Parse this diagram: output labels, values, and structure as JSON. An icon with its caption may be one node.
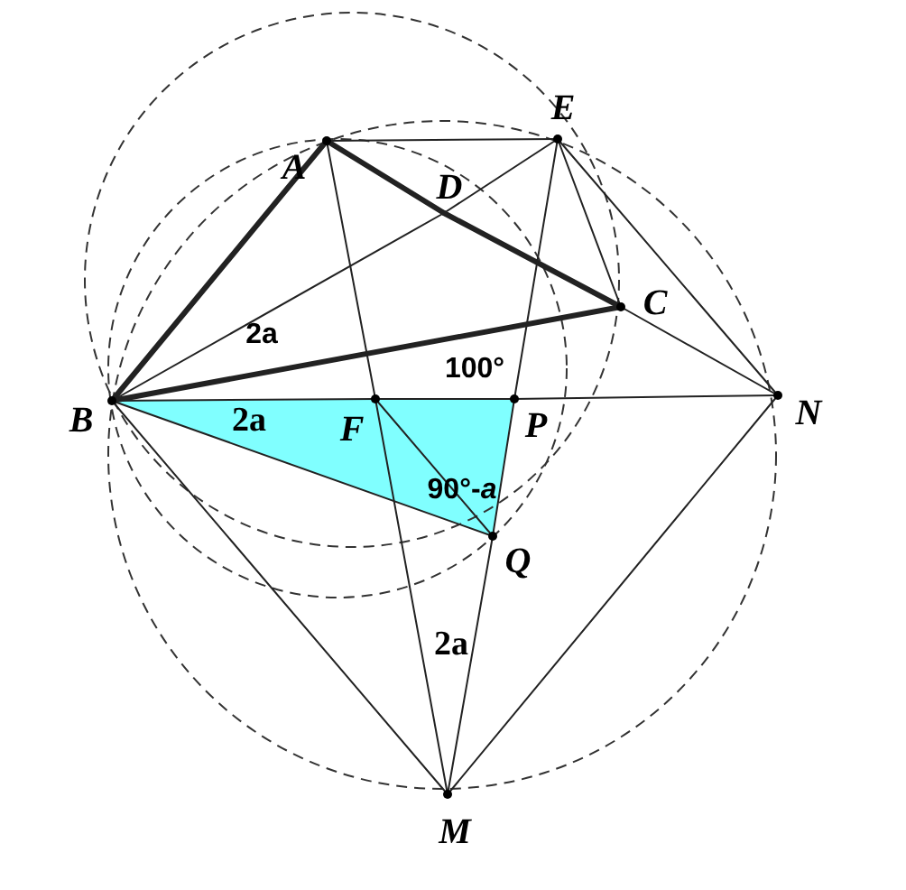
{
  "diagram": {
    "nodes": [
      {
        "text": [
          "A"
        ]
      },
      {
        "text": [
          "E"
        ]
      },
      {
        "text": [
          "D"
        ]
      },
      {
        "text": [
          "C"
        ]
      },
      {
        "text": [
          "B"
        ]
      },
      {
        "text": [
          "F"
        ]
      },
      {
        "text": [
          "P"
        ]
      },
      {
        "text": [
          "N"
        ]
      },
      {
        "text": [
          "Q"
        ]
      },
      {
        "text": [
          "M"
        ]
      }
    ],
    "edges": [
      {
        "from": 0,
        "to": 4,
        "arrow": "none",
        "style": "thick"
      },
      {
        "from": 0,
        "to": 2,
        "arrow": "none",
        "style": "thick"
      },
      {
        "from": 2,
        "to": 3,
        "arrow": "none",
        "style": "thick"
      },
      {
        "from": 4,
        "to": 3,
        "arrow": "none",
        "style": "thick"
      },
      {
        "from": 0,
        "to": 1,
        "arrow": "none"
      },
      {
        "from": 0,
        "to": 5,
        "arrow": "none"
      },
      {
        "from": 5,
        "to": 9,
        "arrow": "none"
      },
      {
        "from": 1,
        "to": 6,
        "arrow": "none"
      },
      {
        "from": 6,
        "to": 8,
        "arrow": "none"
      },
      {
        "from": 8,
        "to": 9,
        "arrow": "none"
      },
      {
        "from": 4,
        "to": 2,
        "arrow": "none"
      },
      {
        "from": 2,
        "to": 1,
        "arrow": "none"
      },
      {
        "from": 1,
        "to": 3,
        "arrow": "none"
      },
      {
        "from": 3,
        "to": 7,
        "arrow": "none"
      },
      {
        "from": 1,
        "to": 7,
        "arrow": "none"
      },
      {
        "from": 4,
        "to": 5,
        "arrow": "none"
      },
      {
        "from": 5,
        "to": 6,
        "arrow": "none"
      },
      {
        "from": 6,
        "to": 7,
        "arrow": "none"
      },
      {
        "from": 4,
        "to": 8,
        "arrow": "none"
      },
      {
        "from": 5,
        "to": 8,
        "arrow": "none"
      },
      {
        "from": 4,
        "to": 9,
        "arrow": "none"
      },
      {
        "from": 9,
        "to": 7,
        "arrow": "none"
      }
    ],
    "labels": [
      "2a",
      "100°",
      "2a",
      "90°-*a*",
      "2a"
    ]
  }
}
